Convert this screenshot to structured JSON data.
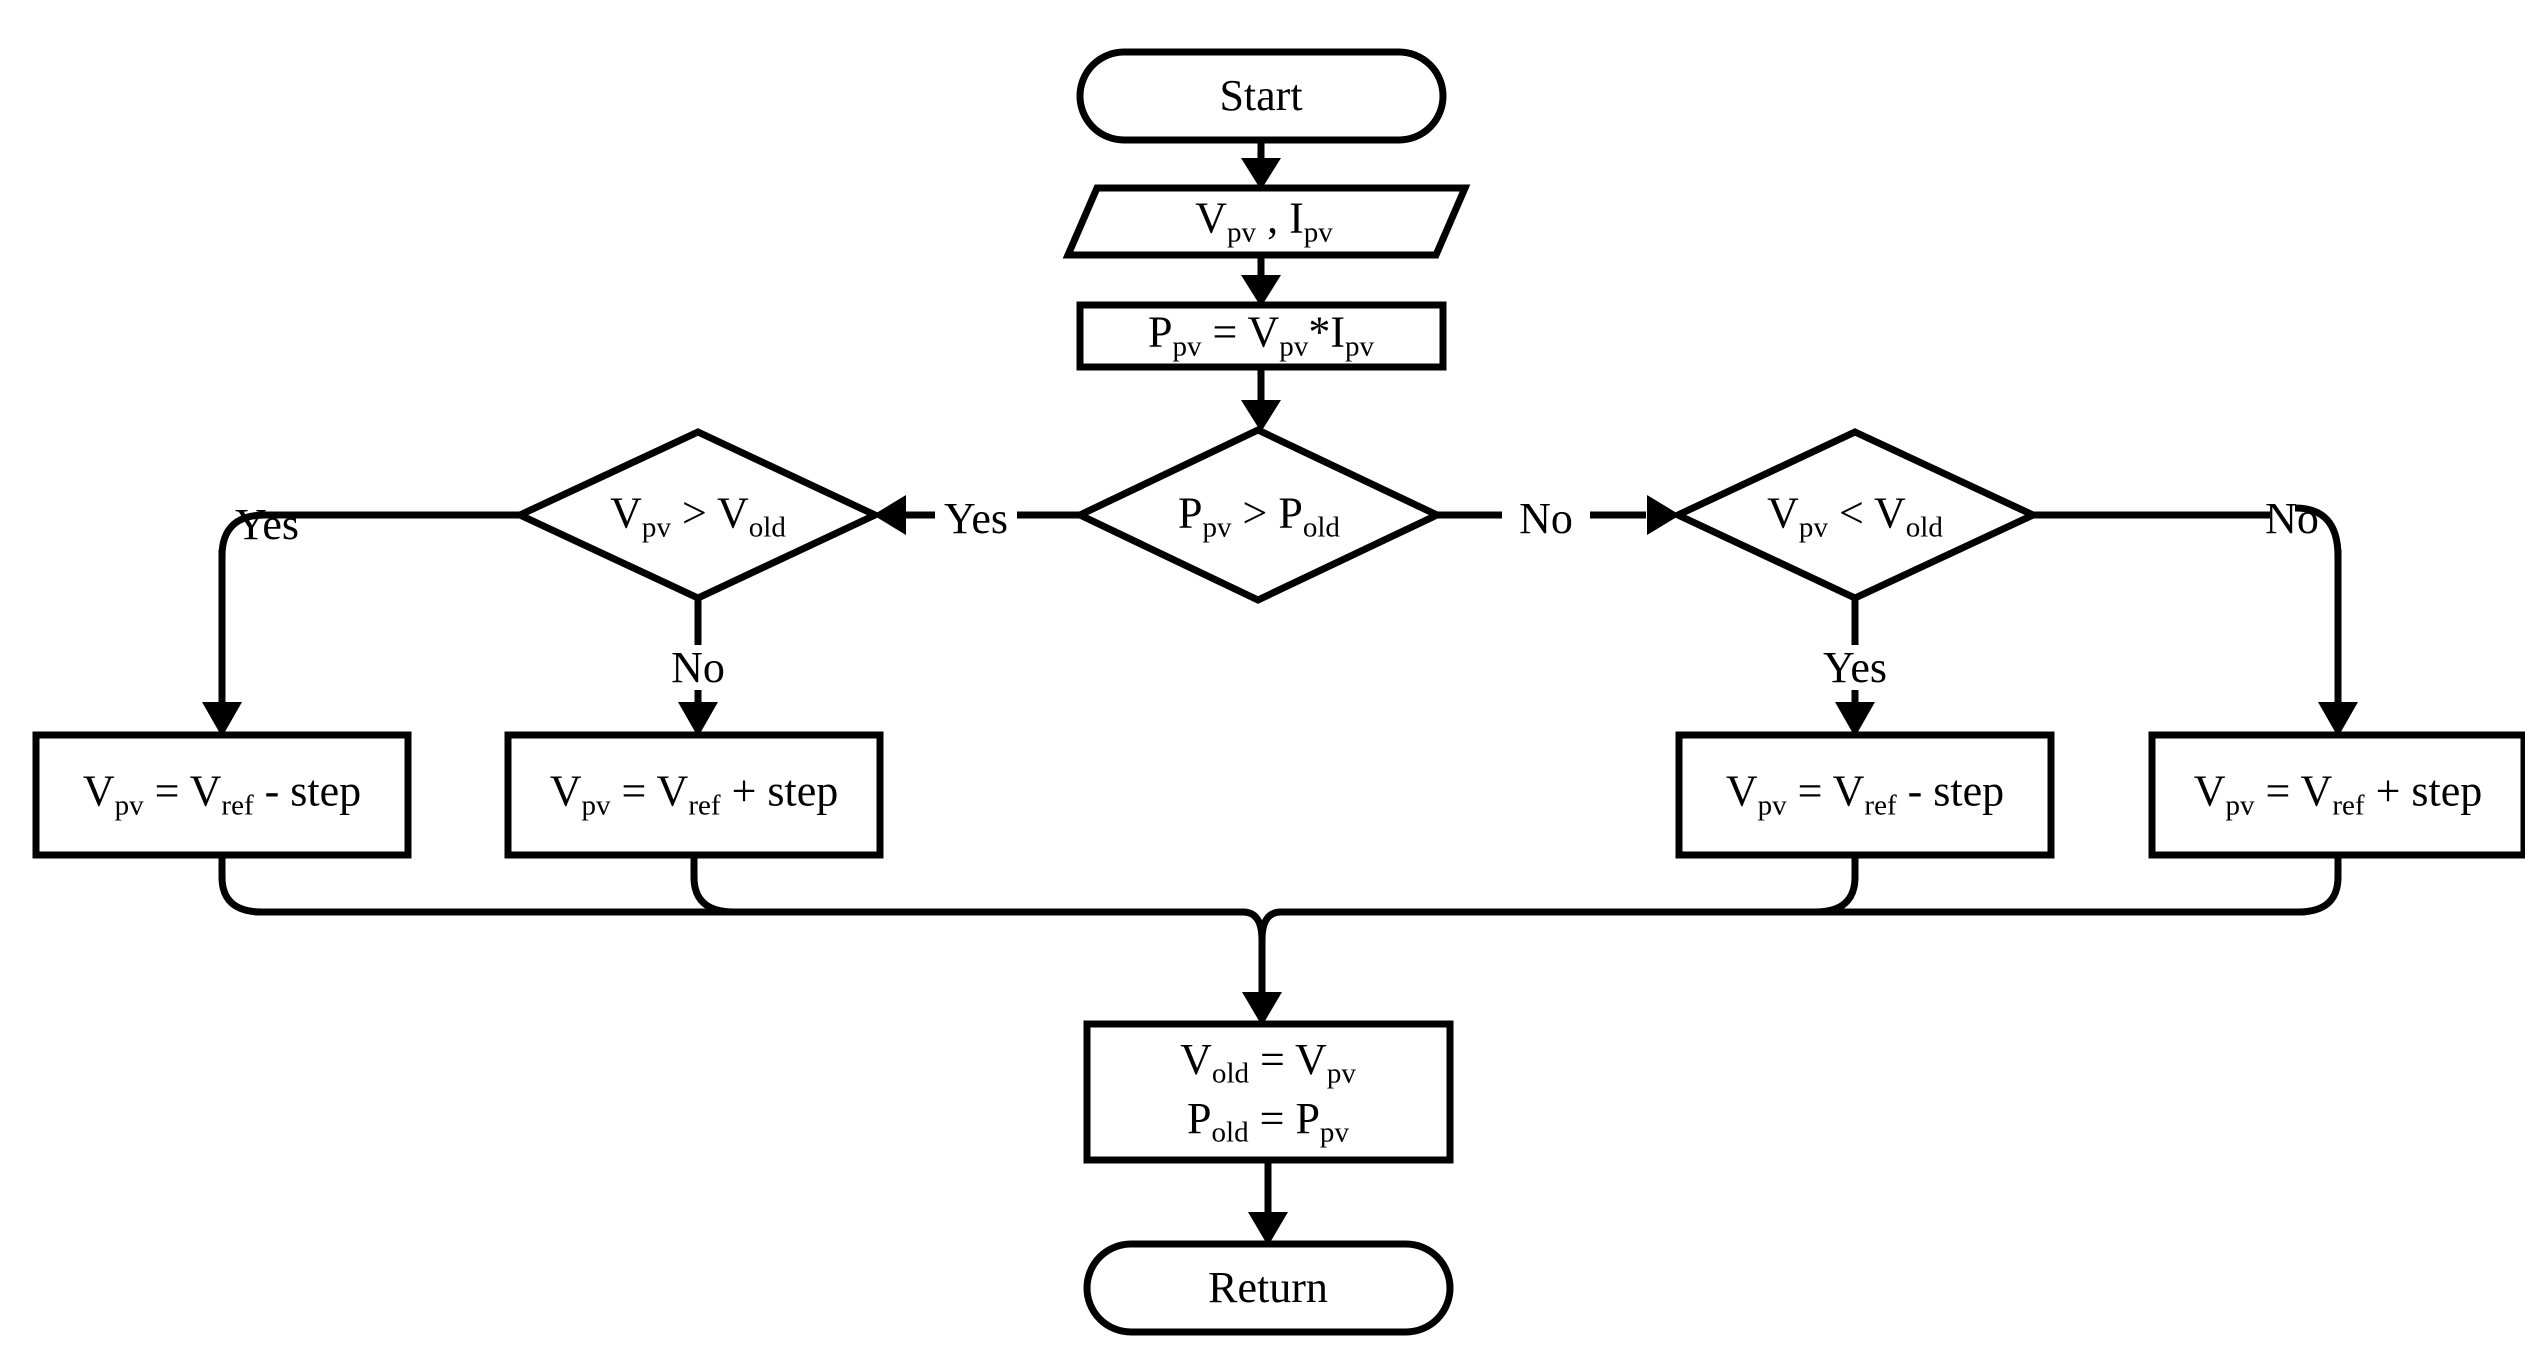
{
  "diagram": {
    "title": "Perturb and Observe MPPT algorithm flowchart",
    "type": "flowchart",
    "stroke_color": "#000000",
    "fill_color": "#ffffff",
    "background": "#ffffff"
  },
  "nodes": {
    "start": {
      "id": "start",
      "shape": "terminator",
      "label": "Start"
    },
    "input": {
      "id": "input",
      "shape": "parallelogram",
      "label_html": "V<sub>pv</sub> , I<sub>pv</sub>",
      "label_text": "Vpv , Ipv"
    },
    "power": {
      "id": "power",
      "shape": "process",
      "label_html": "P<sub>pv</sub> = V<sub>pv</sub>*I<sub>pv</sub>",
      "label_text": "Ppv = Vpv*Ipv"
    },
    "decision_power": {
      "id": "decision_power",
      "shape": "decision",
      "label_html": "P<sub>pv</sub> &gt; P<sub>old</sub>",
      "label_text": "Ppv > Pold"
    },
    "decision_left": {
      "id": "decision_left",
      "shape": "decision",
      "label_html": "V<sub>pv</sub> &gt; V<sub>old</sub>",
      "label_text": "Vpv > Vold"
    },
    "decision_right": {
      "id": "decision_right",
      "shape": "decision",
      "label_html": "V<sub>pv</sub> &lt; V<sub>old</sub>",
      "label_text": "Vpv < Vold"
    },
    "box1": {
      "id": "box1",
      "shape": "process",
      "label_html": "V<sub>pv</sub> = V<sub>ref</sub> - step",
      "label_text": "Vpv = Vref - step"
    },
    "box2": {
      "id": "box2",
      "shape": "process",
      "label_html": "V<sub>pv</sub> = V<sub>ref</sub> + step",
      "label_text": "Vpv = Vref + step"
    },
    "box3": {
      "id": "box3",
      "shape": "process",
      "label_html": "V<sub>pv</sub> = V<sub>ref</sub> - step",
      "label_text": "Vpv = Vref - step"
    },
    "box4": {
      "id": "box4",
      "shape": "process",
      "label_html": "V<sub>pv</sub> = V<sub>ref</sub> + step",
      "label_text": "Vpv = Vref + step"
    },
    "update": {
      "id": "update",
      "shape": "process",
      "line1_html": "V<sub>old</sub> = V<sub>pv</sub>",
      "line2_html": "P<sub>old</sub> = P<sub>pv</sub>",
      "label_text": "Vold = Vpv / Pold = Ppv"
    },
    "return": {
      "id": "return",
      "shape": "terminator",
      "label": "Return"
    }
  },
  "edge_labels": {
    "power_yes": "Yes",
    "power_no": "No",
    "left_yes": "Yes",
    "left_no": "No",
    "right_yes": "Yes",
    "right_no": "No"
  },
  "edges": [
    {
      "from": "start",
      "to": "input",
      "label": ""
    },
    {
      "from": "input",
      "to": "power",
      "label": ""
    },
    {
      "from": "power",
      "to": "decision_power",
      "label": ""
    },
    {
      "from": "decision_power",
      "to": "decision_left",
      "label": "Yes"
    },
    {
      "from": "decision_power",
      "to": "decision_right",
      "label": "No"
    },
    {
      "from": "decision_left",
      "to": "box1",
      "label": "Yes"
    },
    {
      "from": "decision_left",
      "to": "box2",
      "label": "No"
    },
    {
      "from": "decision_right",
      "to": "box3",
      "label": "Yes"
    },
    {
      "from": "decision_right",
      "to": "box4",
      "label": "No"
    },
    {
      "from": "box1",
      "to": "update",
      "label": ""
    },
    {
      "from": "box2",
      "to": "update",
      "label": ""
    },
    {
      "from": "box3",
      "to": "update",
      "label": ""
    },
    {
      "from": "box4",
      "to": "update",
      "label": ""
    },
    {
      "from": "update",
      "to": "return",
      "label": ""
    }
  ]
}
